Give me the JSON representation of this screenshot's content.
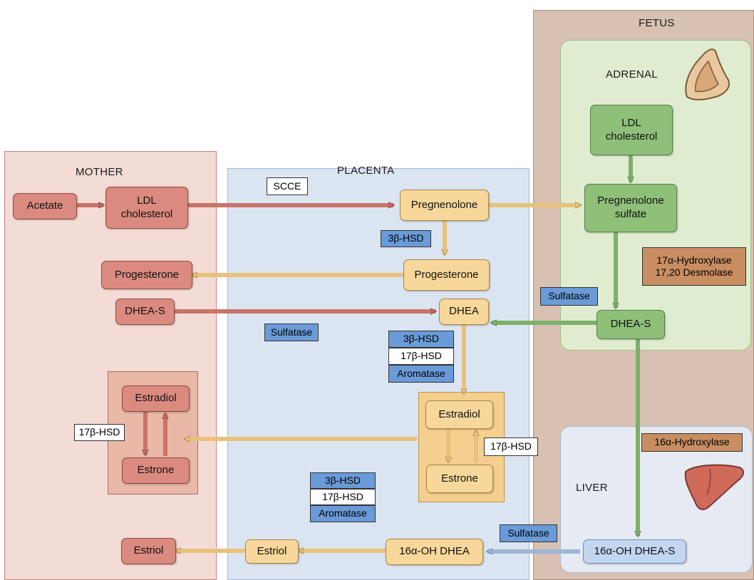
{
  "regions": {
    "mother": "MOTHER",
    "placenta": "PLACENTA",
    "fetus": "FETUS",
    "adrenal": "ADRENAL",
    "liver": "LIVER"
  },
  "nodes": {
    "acetate": "Acetate",
    "ldl_mother": "LDL\ncholesterol",
    "progesterone_mother": "Progesterone",
    "dheas_mother": "DHEA-S",
    "estradiol_mother": "Estradiol",
    "estrone_mother": "Estrone",
    "estriol_mother": "Estriol",
    "pregnenolone": "Pregnenolone",
    "progesterone_placenta": "Progesterone",
    "dhea": "DHEA",
    "estradiol_placenta": "Estradiol",
    "estrone_placenta": "Estrone",
    "estriol_placenta": "Estriol",
    "oh_dhea": "16α-OH DHEA",
    "ldl_fetal": "LDL\ncholesterol",
    "preg_sulfate": "Pregnenolone\nsulfate",
    "dheas_fetal": "DHEA-S",
    "oh_dheas": "16α-OH DHEA-S"
  },
  "enzymes": {
    "scce": "SCCE",
    "hsd3_preg": "3β-HSD",
    "sulfatase_placenta": "Sulfatase",
    "hsd3_dhea": "3β-HSD",
    "hsd17_dhea": "17β-HSD",
    "aromatase_dhea": "Aromatase",
    "hsd17_mother": "17β-HSD",
    "hsd17_placenta": "17β-HSD",
    "hsd3_oh": "3β-HSD",
    "hsd17_oh": "17β-HSD",
    "aromatase_oh": "Aromatase",
    "sulfatase_liver": "Sulfatase",
    "sulfatase_adrenal": "Sulfatase",
    "hydroxylase17": "17α-Hydroxylase\n17,20 Desmolase",
    "hydroxylase16": "16α-Hydroxylase"
  },
  "colors": {
    "mother_node": "#db8a80",
    "placenta_node": "#f7d89a",
    "adrenal_node": "#8fc07a",
    "liver_node": "#c3d6f0",
    "enzyme_blue": "#6a9bd8",
    "enzyme_brown": "#c88e62"
  },
  "icons": [
    "adrenal-gland-icon",
    "liver-organ-icon"
  ]
}
